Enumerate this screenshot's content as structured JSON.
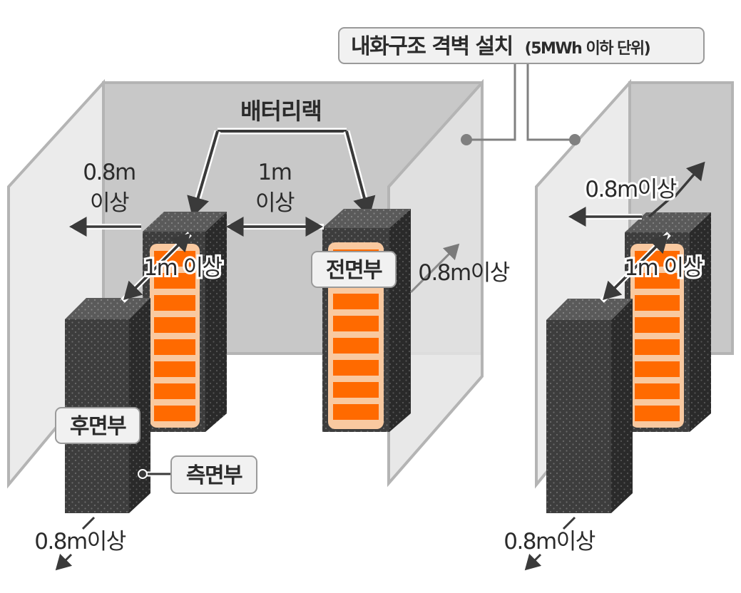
{
  "title": {
    "main": "내화구조 격벽 설치",
    "sub": "(5MWh 이하 단위)"
  },
  "labels": {
    "battery_rack": "배터리랙",
    "dist_08m_line1": "0.8m",
    "dist_08m_line2": "이상",
    "dist_1m_line1": "1m",
    "dist_1m_line2": "이상",
    "diag_1m_left": "1m 이상",
    "diag_1m_right": "1m 이상",
    "front": "전면부",
    "rear": "후면부",
    "side": "측면부",
    "dist_08m_wall": "0.8m이상",
    "dist_08m_bottom_left": "0.8m이상",
    "dist_08m_right_top": "0.8m이상",
    "dist_08m_bottom_right": "0.8m이상"
  },
  "colors": {
    "wall": "#c8c8c8",
    "wall_light": "#e9e9e9",
    "wall_border": "#b4b4b4",
    "rack_dark": "#3c3c3c",
    "rack_top": "#5a5a5a",
    "module_orange": "#ff6a00",
    "module_bg": "#f9c9a0",
    "arrow": "#3a3a3a"
  }
}
